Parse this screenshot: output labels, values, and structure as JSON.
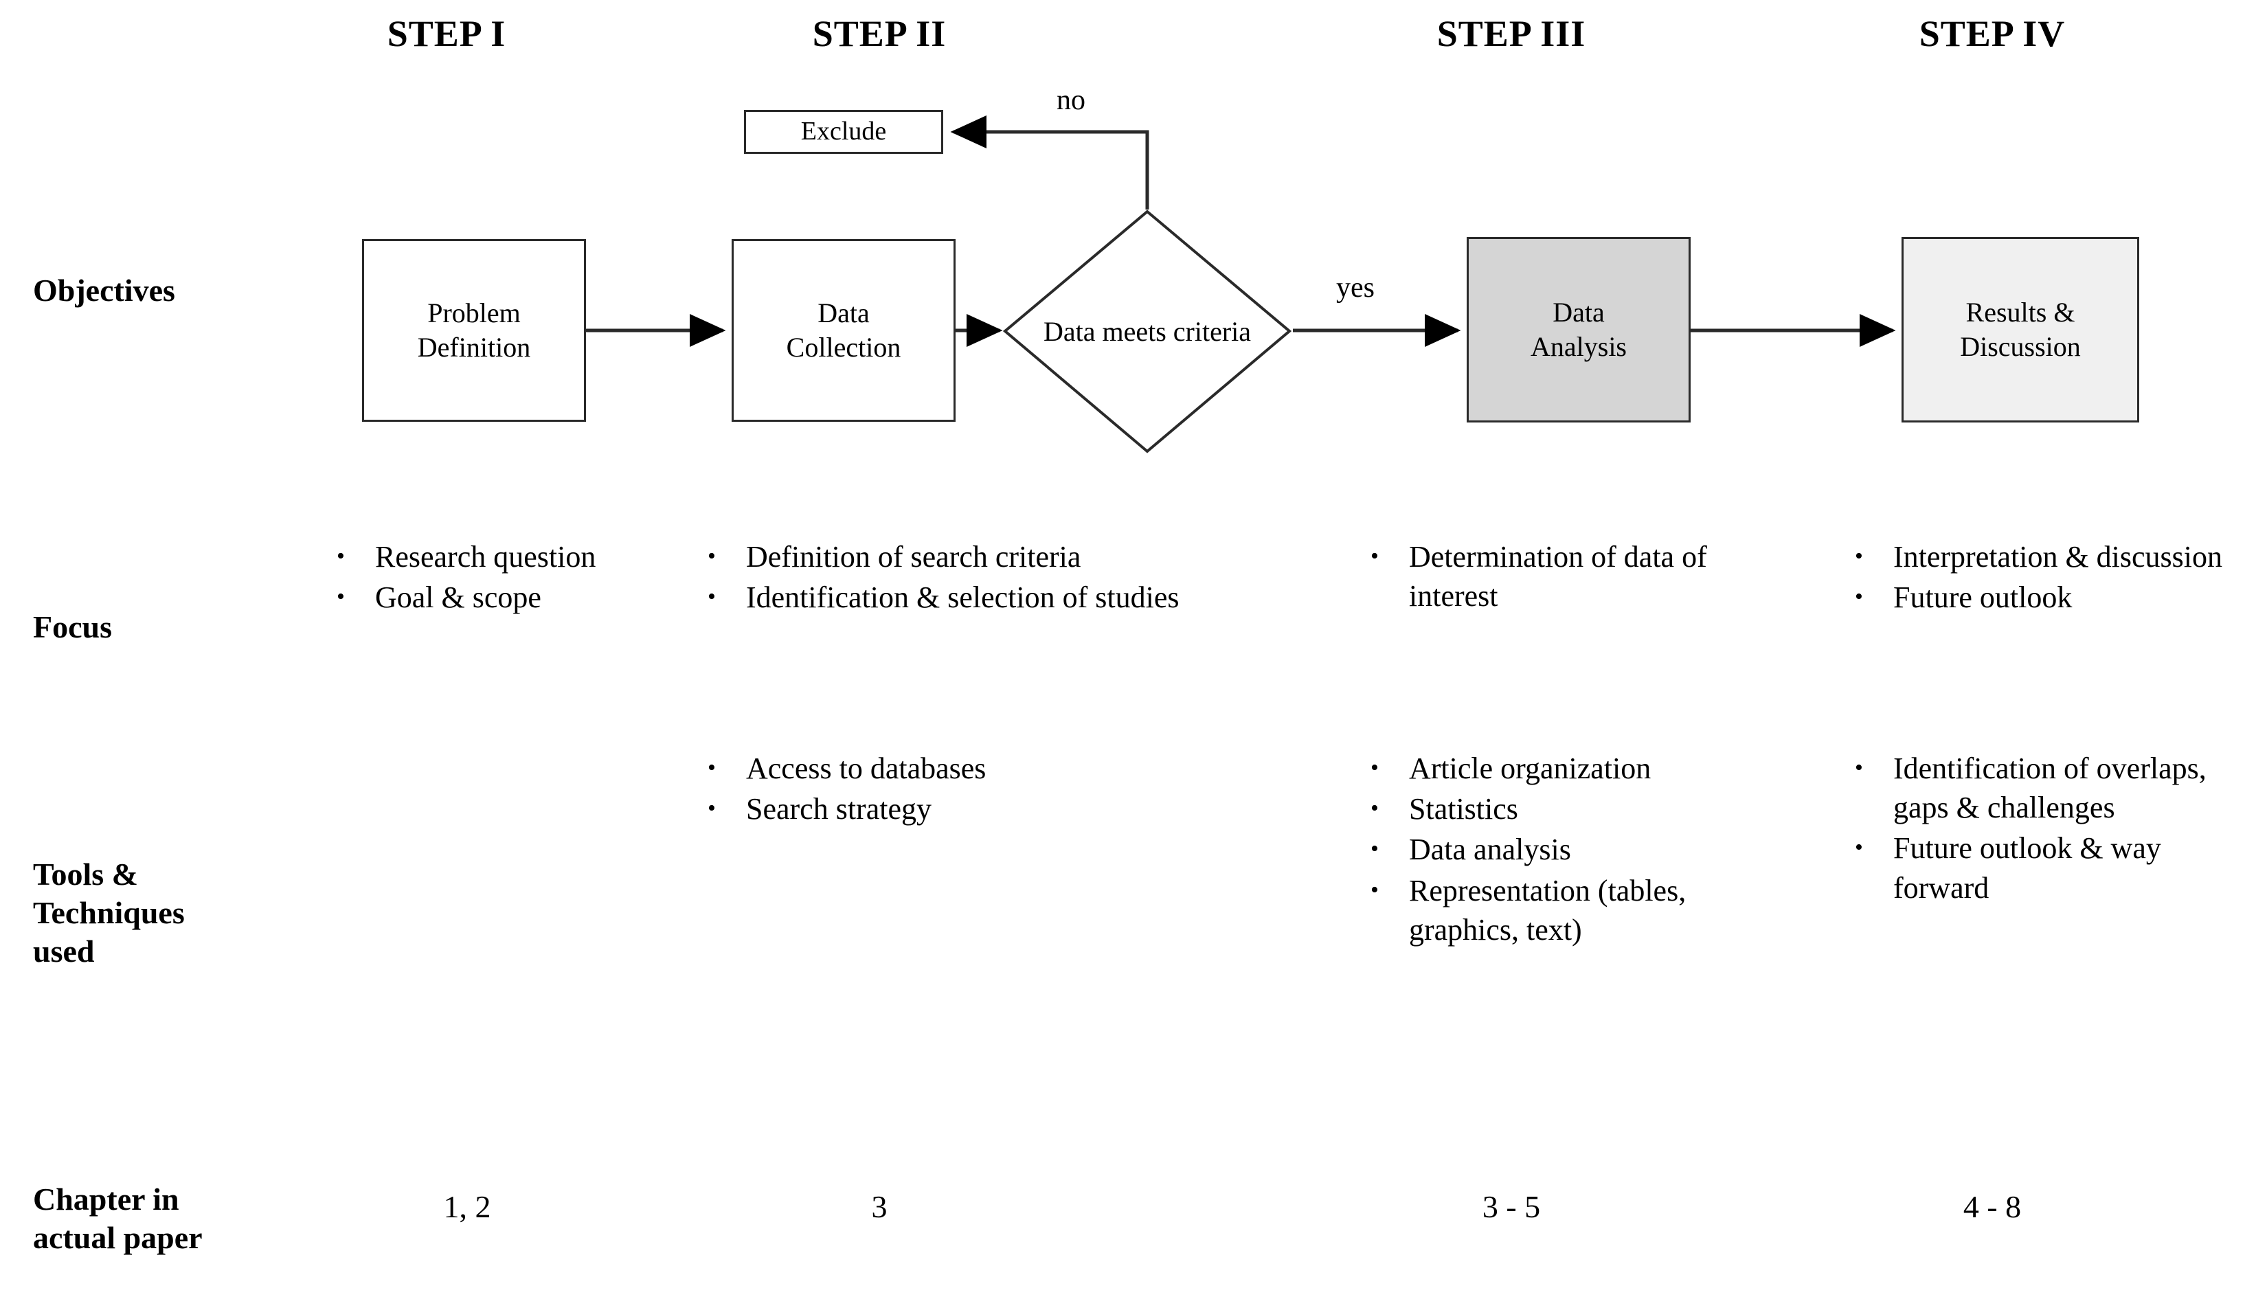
{
  "headers": [
    {
      "label": "STEP I"
    },
    {
      "label": "STEP II"
    },
    {
      "label": "STEP III"
    },
    {
      "label": "STEP IV"
    }
  ],
  "row_labels": {
    "objectives": "Objectives",
    "focus": "Focus",
    "tools": "Tools &\nTechniques\nused",
    "tools_line1": "Tools &",
    "tools_line2": "Techniques",
    "tools_line3": "used",
    "chapter_line1": "Chapter in",
    "chapter_line2": "actual paper"
  },
  "flowchart": {
    "nodes": {
      "problem": {
        "line1": "Problem",
        "line2": "Definition",
        "fill": "#ffffff"
      },
      "collection": {
        "line1": "Data",
        "line2": "Collection",
        "fill": "#ffffff"
      },
      "decision": {
        "line1": "Data",
        "line2": "meets",
        "line3": "criteria",
        "fill": "#ffffff"
      },
      "analysis": {
        "line1": "Data",
        "line2": "Analysis",
        "fill": "#d5d5d5"
      },
      "results": {
        "line1": "Results &",
        "line2": "Discussion",
        "fill": "#f0f0f0"
      },
      "exclude": {
        "label": "Exclude",
        "fill": "#ffffff"
      }
    },
    "edge_labels": {
      "no": "no",
      "yes": "yes"
    },
    "stroke_color": "#2a2a2a"
  },
  "focus": {
    "step1": [
      "Research question",
      "Goal & scope"
    ],
    "step2": [
      "Definition of search criteria",
      "Identification & selection of studies"
    ],
    "step3": [
      "Determination of data of interest"
    ],
    "step4": [
      "Interpretation & discussion",
      "Future outlook"
    ]
  },
  "tools": {
    "step1": [],
    "step2": [
      "Access to databases",
      "Search strategy"
    ],
    "step3": [
      "Article organization",
      "Statistics",
      "Data analysis",
      "Representation (tables, graphics, text)"
    ],
    "step4": [
      "Identification of overlaps, gaps & challenges",
      "Future outlook & way forward"
    ]
  },
  "chapter": {
    "step1": "1, 2",
    "step2": "3",
    "step3": "3 - 5",
    "step4": "4 - 8"
  },
  "bullet_glyph": "•"
}
